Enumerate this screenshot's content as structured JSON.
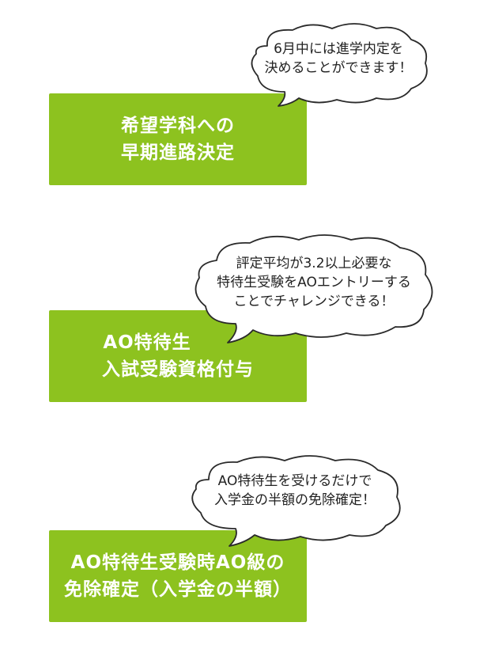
{
  "steps": [
    {
      "box": [
        "希望学科への",
        "早期進路決定"
      ],
      "bubble": [
        "6月中には進学内定を",
        "決めることができます！"
      ]
    },
    {
      "box": [
        "AO特待生",
        "入試受験資格付与"
      ],
      "bubble": [
        "評定平均が3.2以上必要な",
        "特待生受験をAOエントリーする",
        "ことでチャレンジできる！"
      ]
    },
    {
      "box": [
        "AO特待生受験時AO級の",
        "免除確定（入学金の半額）"
      ],
      "bubble": [
        "AO特待生を受けるだけで",
        "入学金の半額の免除確定！"
      ]
    }
  ],
  "colors": {
    "box_fill": "#8dc21f",
    "box_text": "#ffffff",
    "bubble_stroke": "#2a2a2a",
    "bubble_text": "#222222"
  }
}
